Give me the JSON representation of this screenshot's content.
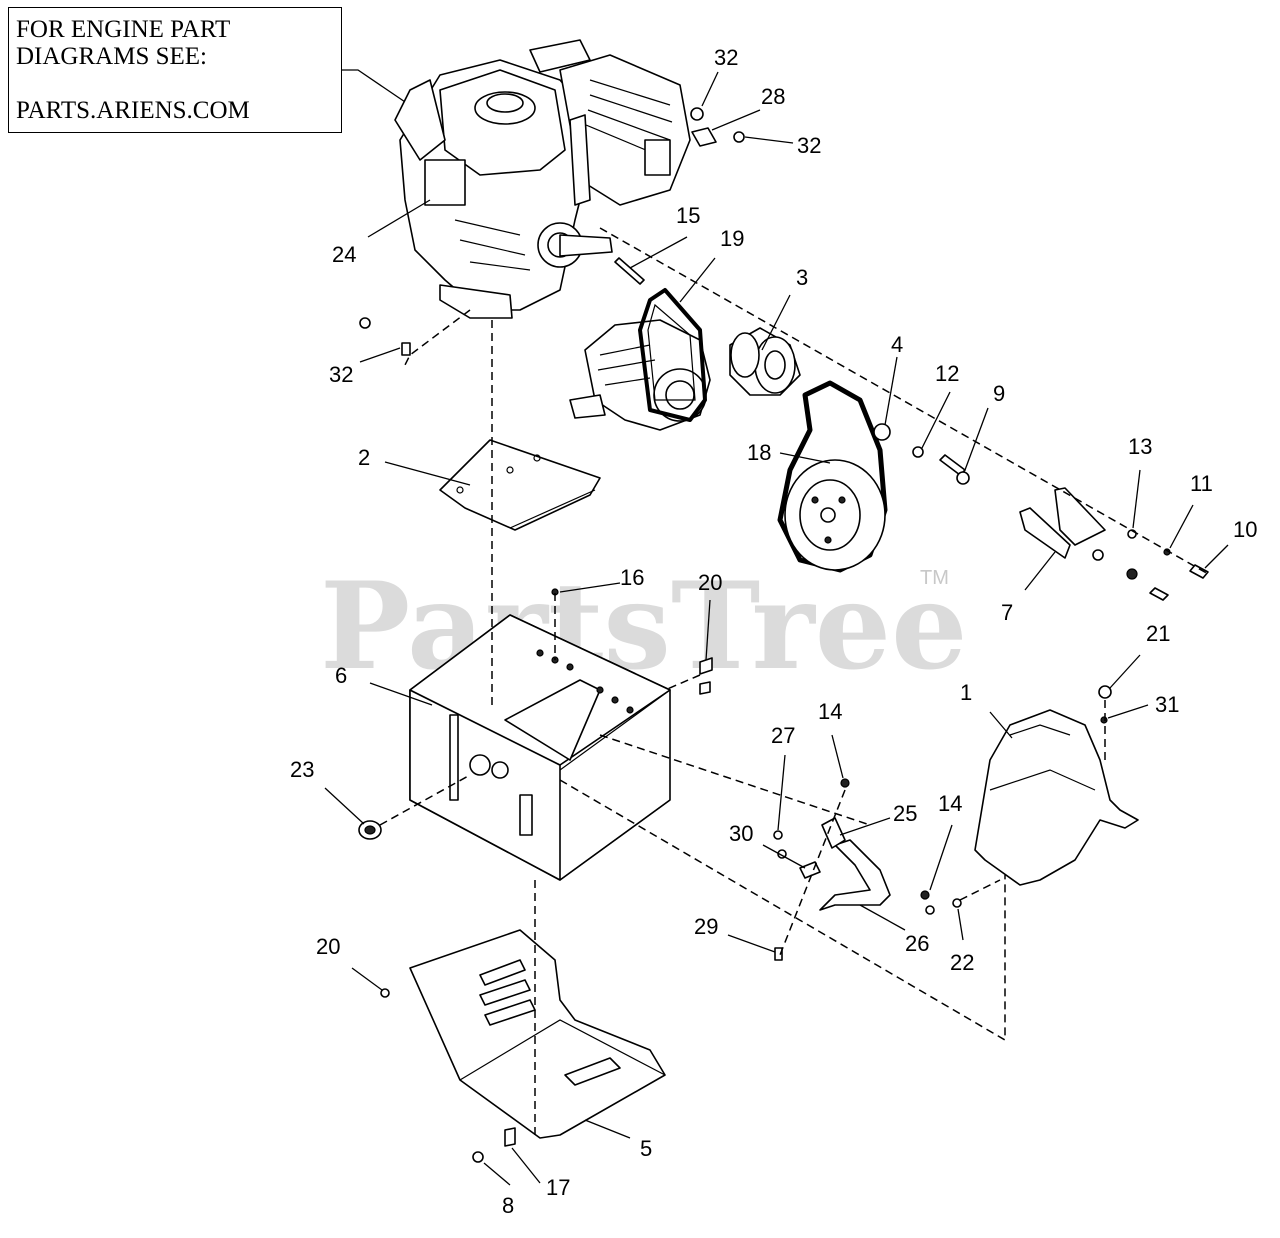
{
  "note": {
    "line1": "FOR ENGINE PART",
    "line2": "DIAGRAMS SEE:",
    "line3": "PARTS.ARIENS.COM"
  },
  "watermark": {
    "text": "PartsTree",
    "tm": "TM"
  },
  "callouts": {
    "c1": "1",
    "c2": "2",
    "c3": "3",
    "c4": "4",
    "c5": "5",
    "c6": "6",
    "c7": "7",
    "c8": "8",
    "c9": "9",
    "c10": "10",
    "c11": "11",
    "c12": "12",
    "c13": "13",
    "c14a": "14",
    "c14b": "14",
    "c15": "15",
    "c16": "16",
    "c17": "17",
    "c18": "18",
    "c19": "19",
    "c20a": "20",
    "c20b": "20",
    "c21": "21",
    "c22": "22",
    "c23": "23",
    "c24": "24",
    "c25": "25",
    "c26": "26",
    "c27": "27",
    "c28": "28",
    "c29": "29",
    "c30": "30",
    "c31": "31",
    "c32a": "32",
    "c32b": "32",
    "c32c": "32"
  }
}
